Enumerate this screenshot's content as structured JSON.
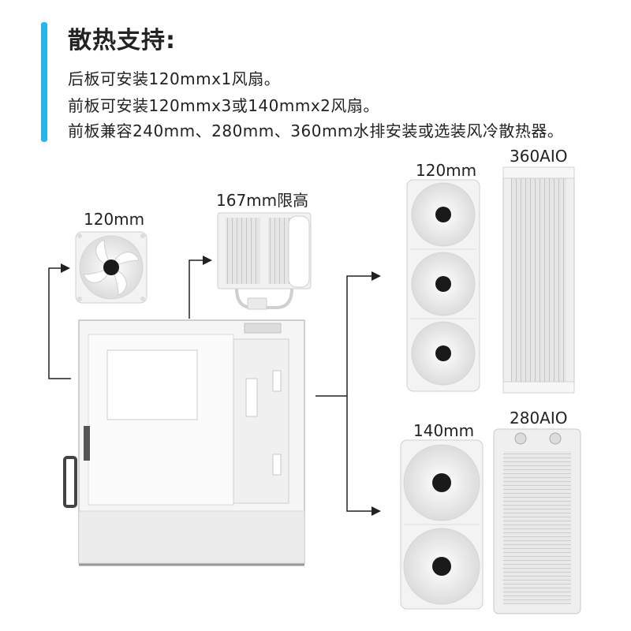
{
  "colors": {
    "accent": "#29B5EA",
    "text": "#222222",
    "case_white": "#F4F4F4",
    "arrow": "#222222"
  },
  "header": {
    "title": "散热支持:",
    "lines": [
      "后板可安装120mmx1风扇。",
      "前板可安装120mmx3或140mmx2风扇。",
      "前板兼容240mm、280mm、360mm水排安装或选装风冷散热器。"
    ]
  },
  "labels": {
    "rear_fan": "120mm",
    "cpu_cooler": "167mm限高",
    "front_fan_120": "120mm",
    "aio_360": "360AIO",
    "front_fan_140": "140mm",
    "aio_280": "280AIO"
  }
}
